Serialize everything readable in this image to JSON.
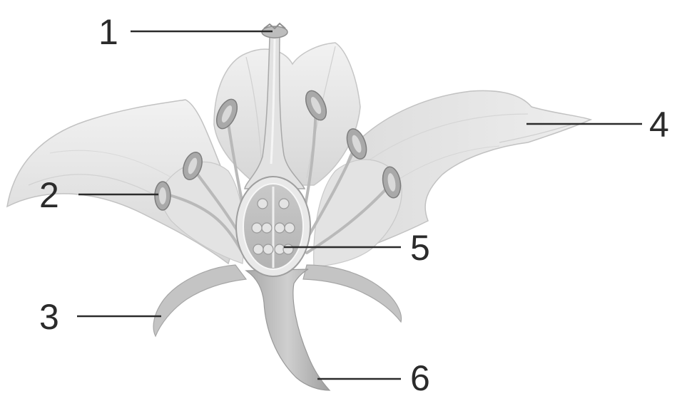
{
  "diagram": {
    "subject": "flower",
    "labels": [
      {
        "id": "label-1",
        "text": "1"
      },
      {
        "id": "label-2",
        "text": "2"
      },
      {
        "id": "label-3",
        "text": "3"
      },
      {
        "id": "label-4",
        "text": "4"
      },
      {
        "id": "label-5",
        "text": "5"
      },
      {
        "id": "label-6",
        "text": "6"
      }
    ],
    "colors": {
      "petal_fill": "#e9e9e9",
      "petal_shade": "#d3d3d3",
      "stem_fill": "#bdbdbd",
      "anther_fill": "#a9a9a9",
      "line_color": "#2b2b2b",
      "background": "#ffffff"
    }
  }
}
